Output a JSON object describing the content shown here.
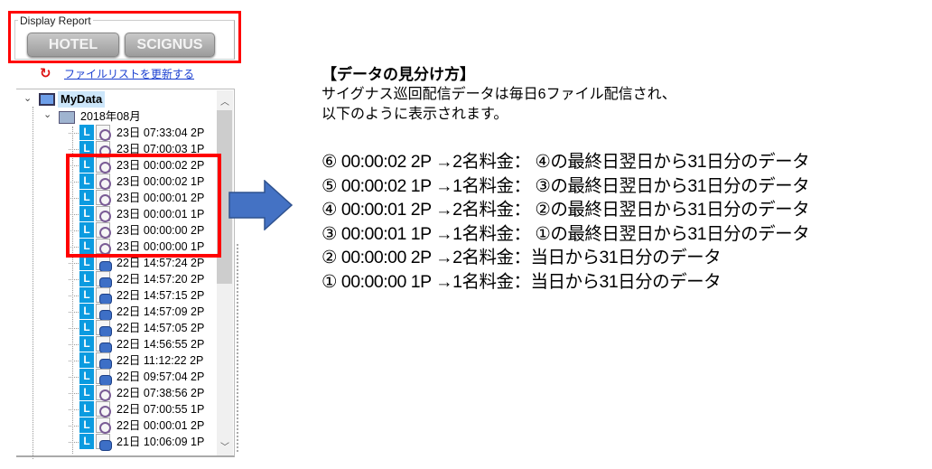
{
  "display_report": {
    "label": "Display Report",
    "hotel": "HOTEL",
    "scignus": "SCIGNUS"
  },
  "refresh_link": "ファイルリストを更新する",
  "tree": {
    "root": "MyData",
    "folder": "2018年08月",
    "items": [
      {
        "text": "23日 07:33:04 2P",
        "icon": "clock"
      },
      {
        "text": "23日 07:00:03 1P",
        "icon": "clock"
      },
      {
        "text": "23日 00:00:02 2P",
        "icon": "clock"
      },
      {
        "text": "23日 00:00:02 1P",
        "icon": "clock"
      },
      {
        "text": "23日 00:00:01 2P",
        "icon": "clock"
      },
      {
        "text": "23日 00:00:01 1P",
        "icon": "clock"
      },
      {
        "text": "23日 00:00:00 2P",
        "icon": "clock"
      },
      {
        "text": "23日 00:00:00 1P",
        "icon": "clock"
      },
      {
        "text": "22日 14:57:24 2P",
        "icon": "db"
      },
      {
        "text": "22日 14:57:20 2P",
        "icon": "db"
      },
      {
        "text": "22日 14:57:15 2P",
        "icon": "db"
      },
      {
        "text": "22日 14:57:09 2P",
        "icon": "db"
      },
      {
        "text": "22日 14:57:05 2P",
        "icon": "db"
      },
      {
        "text": "22日 14:56:55 2P",
        "icon": "db"
      },
      {
        "text": "22日 11:12:22 2P",
        "icon": "db"
      },
      {
        "text": "22日 09:57:04 2P",
        "icon": "db"
      },
      {
        "text": "22日 07:38:56 2P",
        "icon": "clock"
      },
      {
        "text": "22日 07:00:55 1P",
        "icon": "clock"
      },
      {
        "text": "22日 00:00:01 2P",
        "icon": "clock"
      },
      {
        "text": "21日 10:06:09 1P",
        "icon": "db"
      }
    ]
  },
  "explanation": {
    "title": "【データの見分け方】",
    "desc1": "サイグナス巡回配信データは毎日6ファイル配信され、",
    "desc2": "以下のように表示されます。",
    "lines": [
      "⑥ 00:00:02 2P →2名料金： ④の最終日翌日から31日分のデータ",
      "⑤ 00:00:02 1P →1名料金： ③の最終日翌日から31日分のデータ",
      "④ 00:00:01 2P →2名料金： ②の最終日翌日から31日分のデータ",
      "③ 00:00:01 1P →1名料金： ①の最終日翌日から31日分のデータ",
      "② 00:00:00 2P →2名料金：当日から31日分のデータ",
      "① 00:00:00 1P →1名料金：当日から31日分のデータ"
    ]
  },
  "colors": {
    "highlight": "#ff0000",
    "arrow": "#4472c4",
    "lbadge": "#0b9be0"
  }
}
